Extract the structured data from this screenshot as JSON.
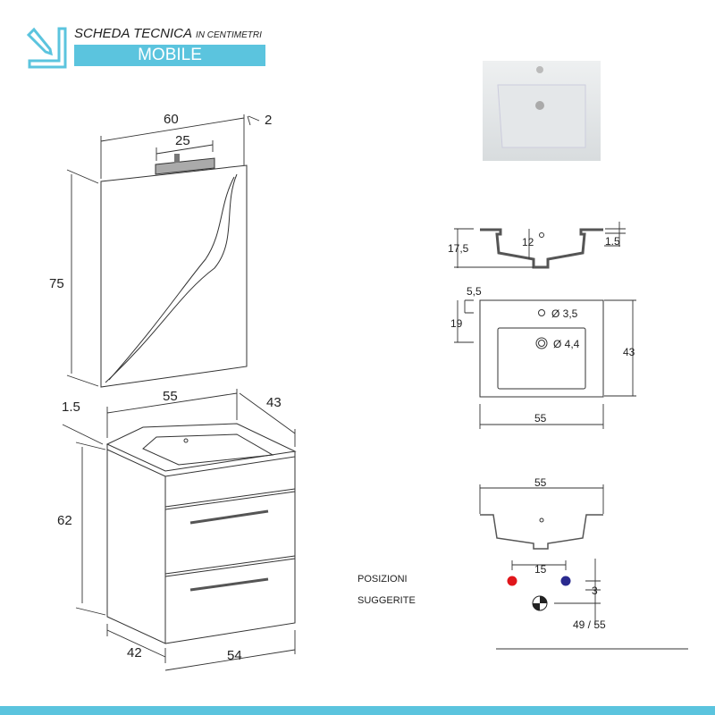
{
  "header": {
    "title": "SCHEDA TECNICA",
    "subtitle": "IN CENTIMETRI",
    "category": "MOBILE",
    "accent": "#5bc4de"
  },
  "mirror": {
    "width": "60",
    "depth": "2",
    "lamp_width": "25",
    "height": "75"
  },
  "cabinet": {
    "top_width": "55",
    "top_depth": "43",
    "top_thickness": "1.5",
    "height": "62",
    "body_depth": "42",
    "body_width": "54"
  },
  "sink_section": {
    "total_height": "17,5",
    "bowl_depth": "12",
    "rim_thickness": "1.5"
  },
  "sink_plan": {
    "tap_offset": "5,5",
    "drain_offset": "19",
    "tap_hole": "Ø 3,5",
    "drain_hole": "Ø 4,4",
    "depth": "43",
    "width": "55"
  },
  "sink_front": {
    "width": "55"
  },
  "positions": {
    "label_1": "POSIZIONI",
    "label_2": "SUGGERITE",
    "spacing": "15",
    "offset": "3",
    "height": "49 / 55",
    "hot_color": "#e0161b",
    "cold_color": "#2a2a8f"
  }
}
